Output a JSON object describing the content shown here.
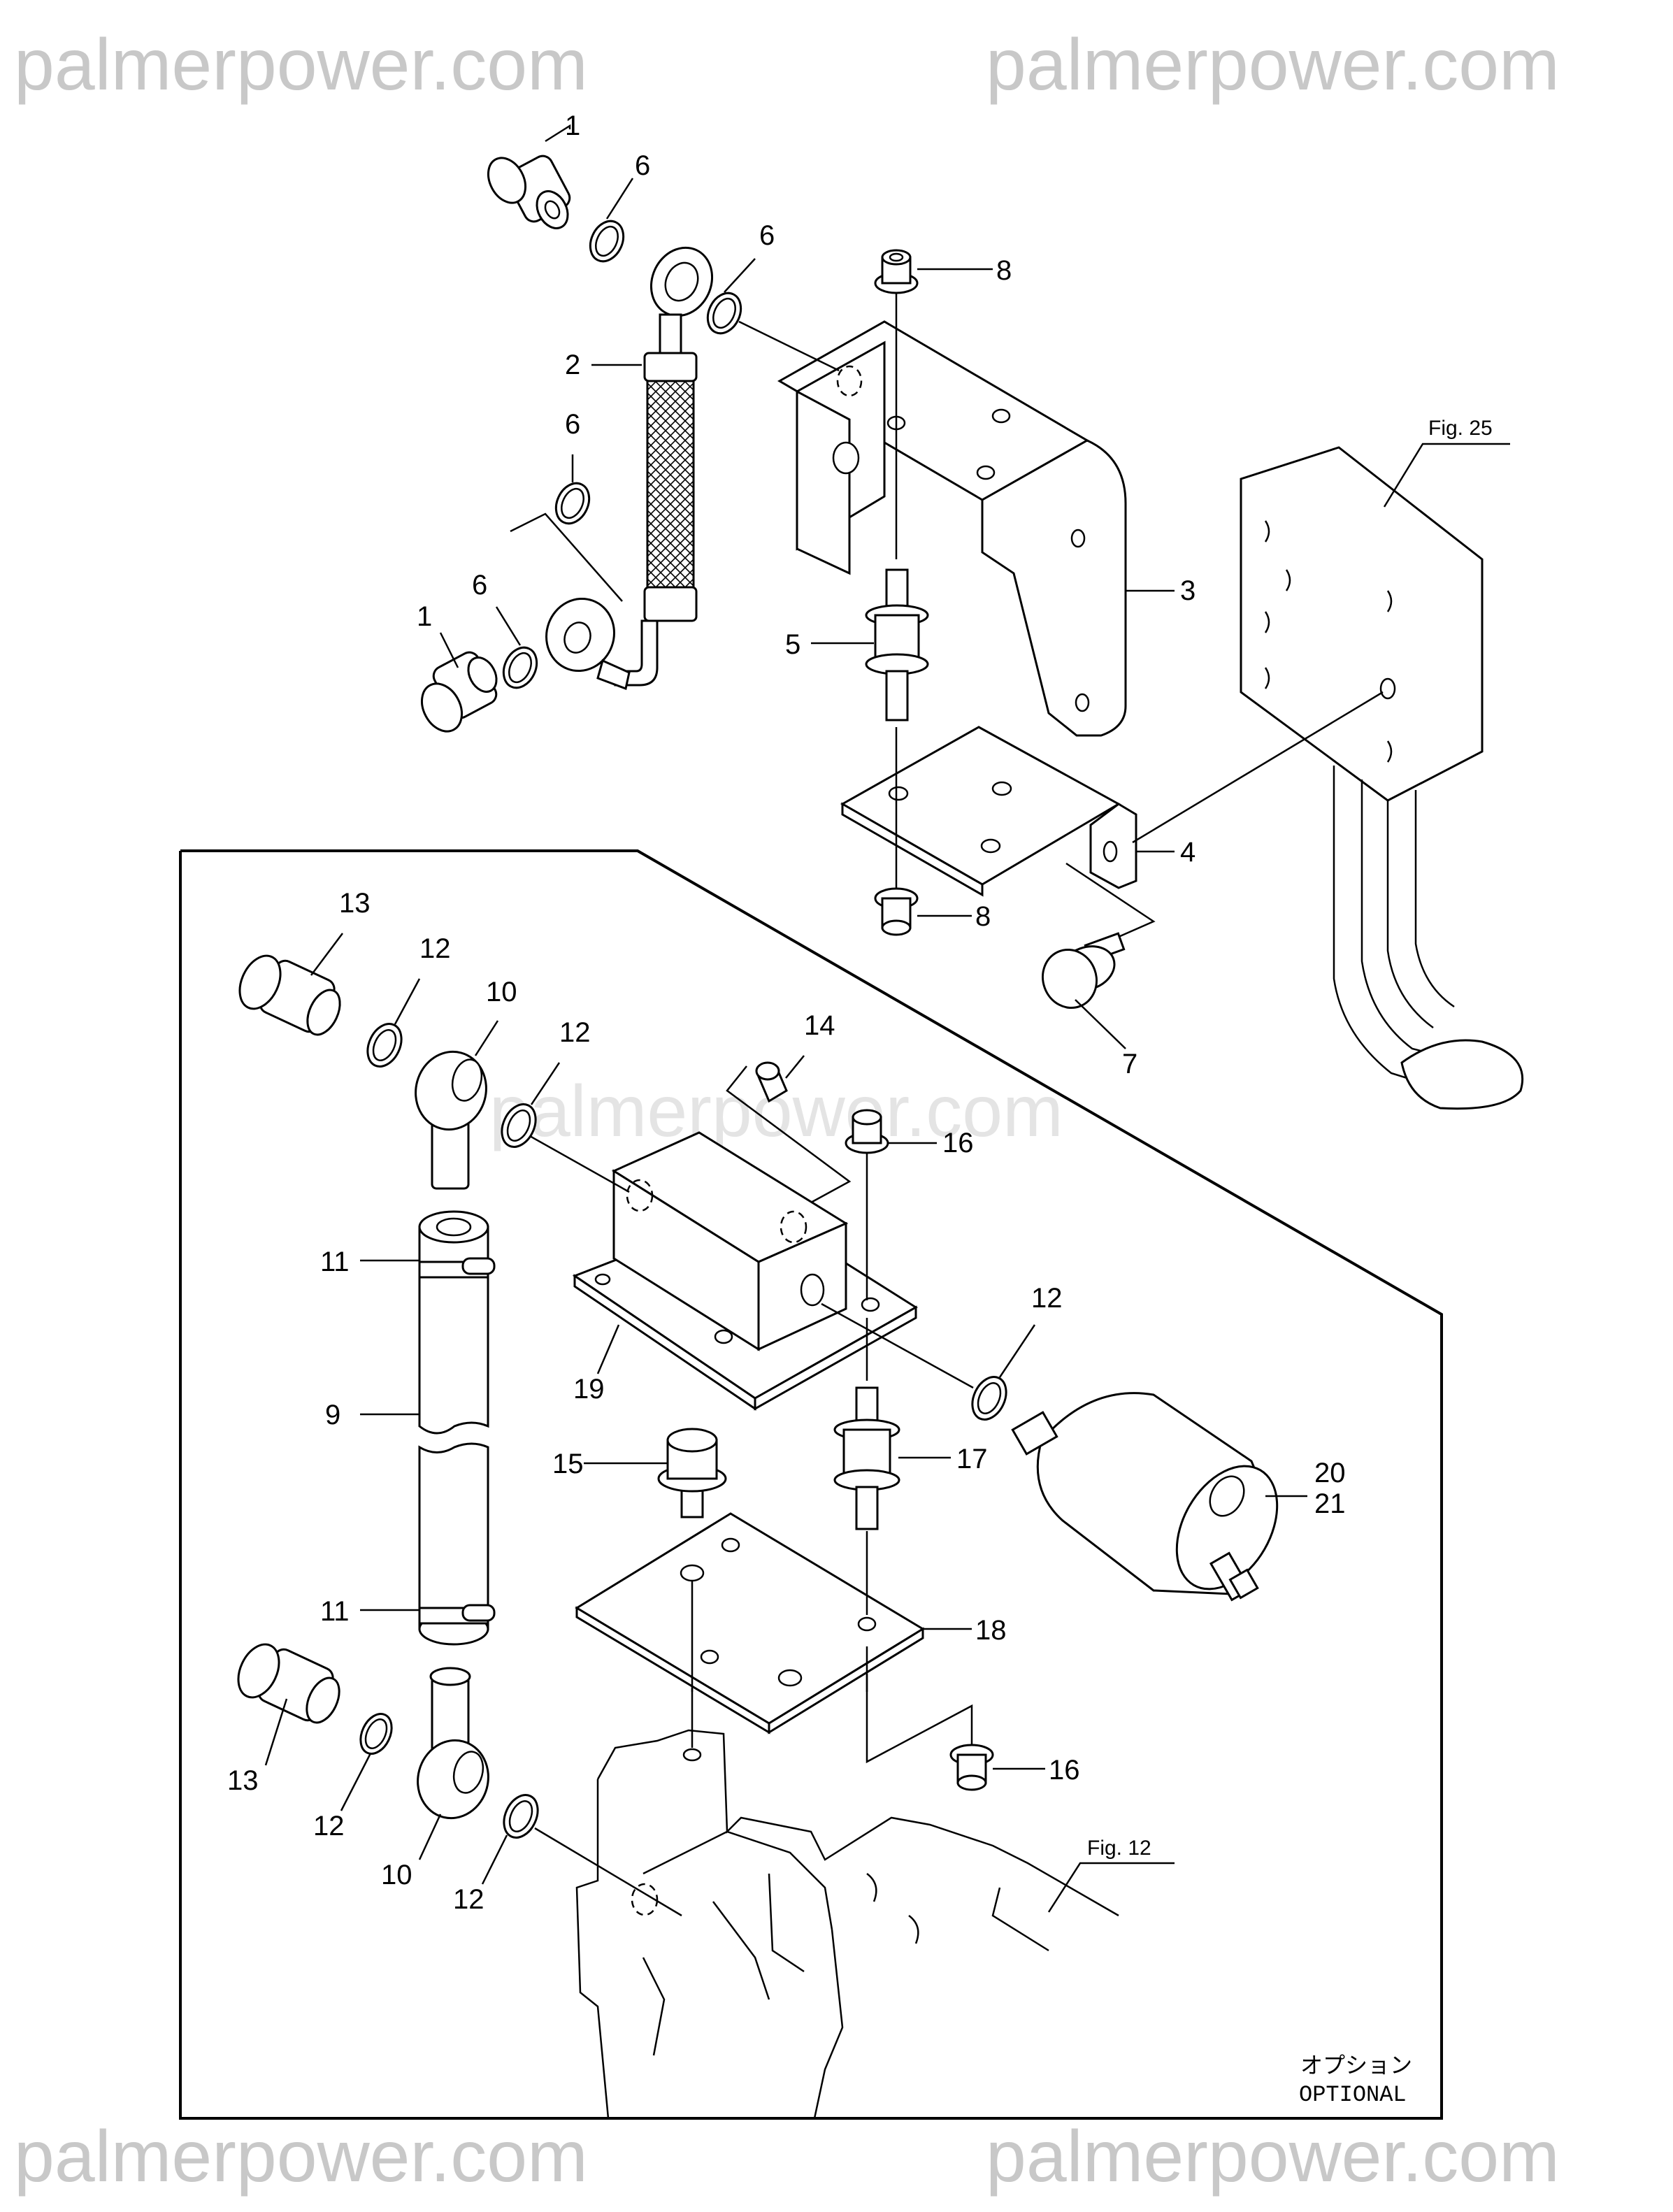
{
  "watermarks": {
    "top_left": "palmerpower.com",
    "top_right": "palmerpower.com",
    "center": "palmerpower.com",
    "bottom_left": "palmerpower.com",
    "bottom_right": "palmerpower.com"
  },
  "figure_refs": {
    "fig25": "Fig. 25",
    "fig12": "Fig. 12"
  },
  "optional_box": {
    "label_jp": "オプション",
    "label_en": "OPTIONAL"
  },
  "callouts": {
    "c1a": "1",
    "c1b": "1",
    "c2": "2",
    "c3": "3",
    "c4": "4",
    "c5": "5",
    "c6a": "6",
    "c6b": "6",
    "c6c": "6",
    "c6d": "6",
    "c7": "7",
    "c8a": "8",
    "c8b": "8",
    "c9": "9",
    "c10a": "10",
    "c10b": "10",
    "c11a": "11",
    "c11b": "11",
    "c12a": "12",
    "c12b": "12",
    "c12c": "12",
    "c12d": "12",
    "c12e": "12",
    "c13a": "13",
    "c13b": "13",
    "c14": "14",
    "c15": "15",
    "c16a": "16",
    "c16b": "16",
    "c17": "17",
    "c18": "18",
    "c19": "19",
    "c20": "20",
    "c21": "21"
  }
}
